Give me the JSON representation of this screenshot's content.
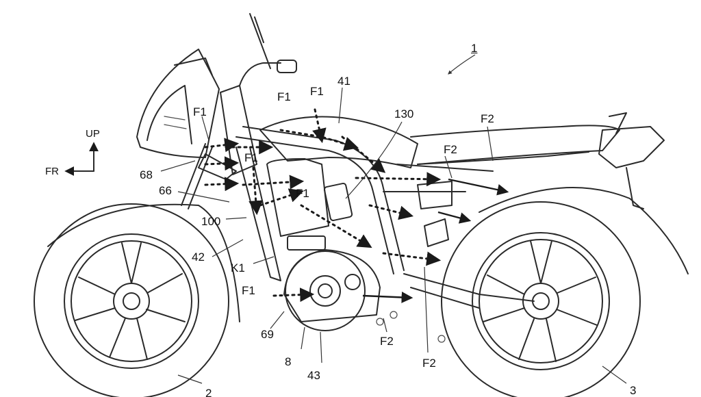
{
  "figure": {
    "ref_main": "1",
    "direction": {
      "up": "UP",
      "front": "FR"
    },
    "flow_labels": {
      "f1": "F1",
      "f2": "F2"
    },
    "parts": {
      "p41": "41",
      "p130": "130",
      "p68": "68",
      "p66": "66",
      "p100": "100",
      "p42": "42",
      "k1": "K1",
      "p69": "69",
      "p8": "8",
      "p43": "43",
      "p2": "2",
      "p3": "3"
    }
  }
}
